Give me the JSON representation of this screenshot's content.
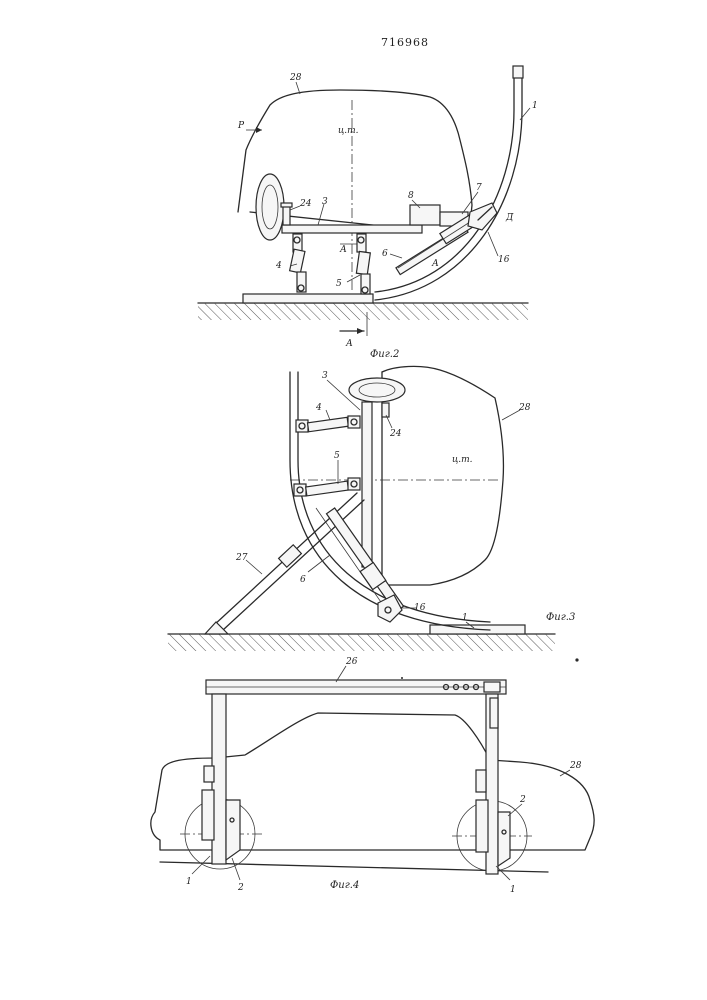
{
  "patent_number": "716968",
  "fig2": {
    "caption": "Фиг.2",
    "labels": {
      "car": "28",
      "force": "P",
      "cog": "ц.т.",
      "arc": "1",
      "frame": "3",
      "bolt": "24",
      "link_left": "4",
      "link_right": "5",
      "rod": "6",
      "part7": "7",
      "part8": "8",
      "part16": "16",
      "section": "А",
      "view": "Д"
    }
  },
  "fig3": {
    "caption": "Фиг.3",
    "labels": {
      "car": "28",
      "cog": "ц.т.",
      "arc": "1",
      "frame": "3",
      "bolt": "24",
      "link_upper": "4",
      "link_lower": "5",
      "rod": "6",
      "strut": "27",
      "part16": "16"
    }
  },
  "fig4": {
    "caption": "Фиг.4",
    "labels": {
      "car": "28",
      "beam": "26",
      "post_left": "1",
      "post_right": "1",
      "clamp_left": "2",
      "clamp_right": "2"
    }
  }
}
